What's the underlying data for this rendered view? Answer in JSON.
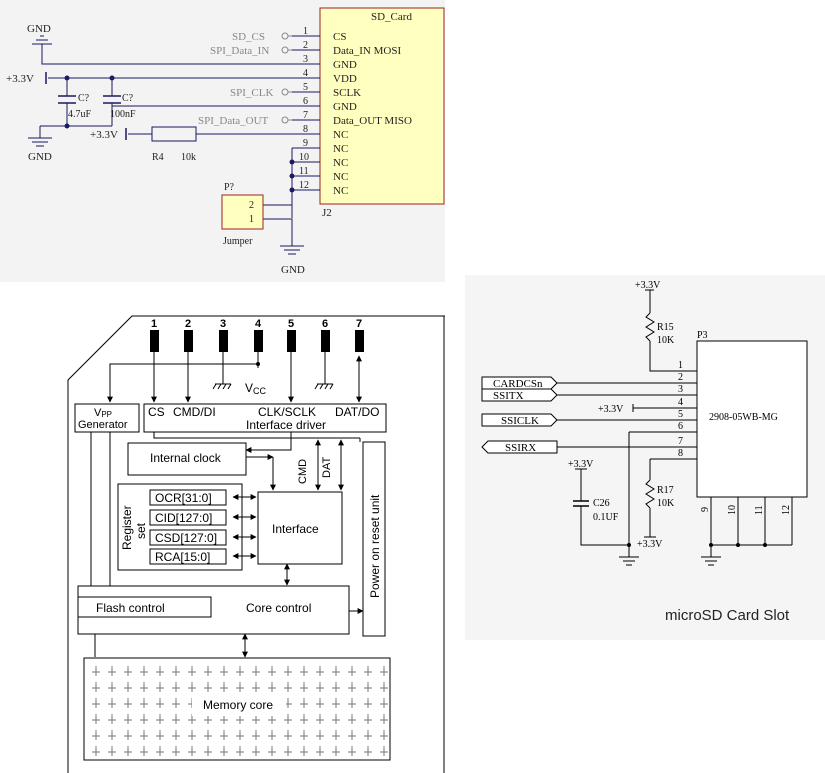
{
  "sd_card_schematic": {
    "title": "SD_Card",
    "designator": "J2",
    "power_label": "+3.3V",
    "ground_label": "GND",
    "nets": [
      "SD_CS",
      "SPI_Data_IN",
      "SPI_CLK",
      "SPI_Data_OUT"
    ],
    "pins": [
      {
        "num": "1",
        "name": "CS"
      },
      {
        "num": "2",
        "name": "Data_IN MOSI"
      },
      {
        "num": "3",
        "name": "GND"
      },
      {
        "num": "4",
        "name": "VDD"
      },
      {
        "num": "5",
        "name": "SCLK"
      },
      {
        "num": "6",
        "name": "GND"
      },
      {
        "num": "7",
        "name": "Data_OUT MISO"
      },
      {
        "num": "8",
        "name": "NC"
      },
      {
        "num": "9",
        "name": "NC"
      },
      {
        "num": "10",
        "name": "NC"
      },
      {
        "num": "11",
        "name": "NC"
      },
      {
        "num": "12",
        "name": "NC"
      }
    ],
    "capacitors": [
      {
        "ref": "C?",
        "value": "4.7uF"
      },
      {
        "ref": "C?",
        "value": "100nF"
      }
    ],
    "resistor": {
      "ref": "R4",
      "value": "10k"
    },
    "jumper": {
      "ref": "P?",
      "label": "Jumper",
      "pins": [
        "2",
        "1"
      ]
    }
  },
  "block_diagram": {
    "pin_numbers": [
      "1",
      "2",
      "3",
      "4",
      "5",
      "6",
      "7"
    ],
    "vcc_label": "V",
    "vcc_sub": "CC",
    "vpp_label": "V",
    "vpp_sub": "PP",
    "vpp_generator": "Generator",
    "signals": [
      "CS",
      "CMD/DI",
      "CLK/SCLK",
      "DAT/DO"
    ],
    "interface_driver": "Interface driver",
    "internal_clock": "Internal clock",
    "cmd_label": "CMD",
    "dat_label": "DAT",
    "register_set": [
      "Register",
      "set"
    ],
    "registers": [
      "OCR[31:0]",
      "CID[127:0]",
      "CSD[127:0]",
      "RCA[15:0]"
    ],
    "interface": "Interface",
    "power_on_reset": "Power on reset unit",
    "flash_control": "Flash control",
    "core_control": "Core control",
    "memory_core": "Memory core"
  },
  "microsd_schematic": {
    "caption": "microSD Card Slot",
    "designator": "P3",
    "part_number": "2908-05WB-MG",
    "power_label": "+3.3V",
    "r15": {
      "ref": "R15",
      "value": "10K"
    },
    "r17": {
      "ref": "R17",
      "value": "10K"
    },
    "c26": {
      "ref": "C26",
      "value": "0.1UF"
    },
    "nets": [
      "CARDCSn",
      "SSITX",
      "SSICLK",
      "SSIRX"
    ],
    "pins_right": [
      "1",
      "2",
      "3",
      "4",
      "5",
      "6",
      "7",
      "8"
    ],
    "pins_bottom": [
      "9",
      "10",
      "11",
      "12"
    ]
  }
}
